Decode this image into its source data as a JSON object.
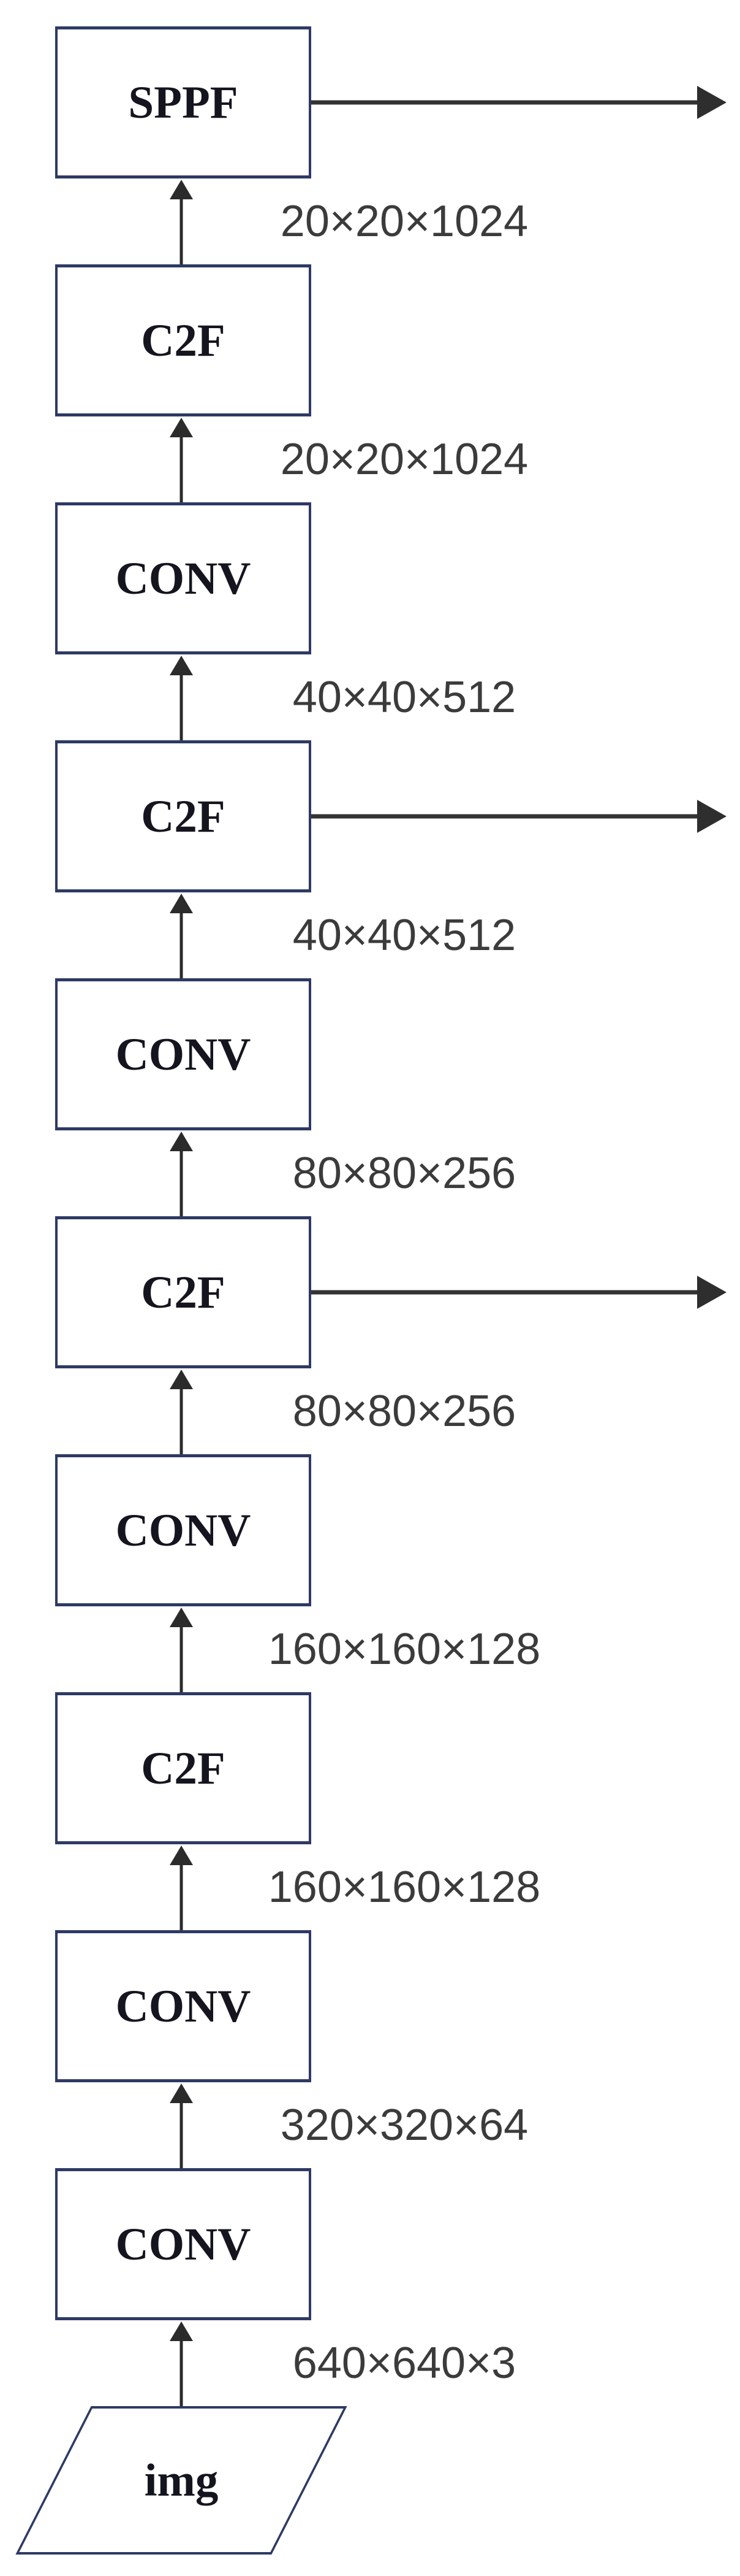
{
  "diagram": {
    "kind": "flowchart",
    "nodes": [
      {
        "id": "sppf",
        "label": "SPPF",
        "shape": "rect",
        "has_output_arrow": true
      },
      {
        "id": "c2f-20",
        "label": "C2F",
        "shape": "rect",
        "has_output_arrow": false
      },
      {
        "id": "conv-20",
        "label": "CONV",
        "shape": "rect",
        "has_output_arrow": false
      },
      {
        "id": "c2f-40",
        "label": "C2F",
        "shape": "rect",
        "has_output_arrow": true
      },
      {
        "id": "conv-40",
        "label": "CONV",
        "shape": "rect",
        "has_output_arrow": false
      },
      {
        "id": "c2f-80",
        "label": "C2F",
        "shape": "rect",
        "has_output_arrow": true
      },
      {
        "id": "conv-80",
        "label": "CONV",
        "shape": "rect",
        "has_output_arrow": false
      },
      {
        "id": "c2f-160",
        "label": "C2F",
        "shape": "rect",
        "has_output_arrow": false
      },
      {
        "id": "conv-160",
        "label": "CONV",
        "shape": "rect",
        "has_output_arrow": false
      },
      {
        "id": "conv-320",
        "label": "CONV",
        "shape": "rect",
        "has_output_arrow": false
      },
      {
        "id": "img",
        "label": "img",
        "shape": "parallelogram",
        "has_output_arrow": false
      }
    ],
    "edges": [
      {
        "from": "c2f-20",
        "to": "sppf",
        "label": "20×20×1024"
      },
      {
        "from": "conv-20",
        "to": "c2f-20",
        "label": "20×20×1024"
      },
      {
        "from": "c2f-40",
        "to": "conv-20",
        "label": "40×40×512"
      },
      {
        "from": "conv-40",
        "to": "c2f-40",
        "label": "40×40×512"
      },
      {
        "from": "c2f-80",
        "to": "conv-40",
        "label": "80×80×256"
      },
      {
        "from": "conv-80",
        "to": "c2f-80",
        "label": "80×80×256"
      },
      {
        "from": "c2f-160",
        "to": "conv-80",
        "label": "160×160×128"
      },
      {
        "from": "conv-160",
        "to": "c2f-160",
        "label": "160×160×128"
      },
      {
        "from": "conv-320",
        "to": "conv-160",
        "label": "320×320×64"
      },
      {
        "from": "img",
        "to": "conv-320",
        "label": "640×640×3"
      }
    ],
    "colors": {
      "background": "#ffffff",
      "box_border": "#2e3a64",
      "box_text": "#15151f",
      "edge_label_text": "#3b3b3b",
      "flow_arrow": "#2b2b2b",
      "output_arrow": "#333333"
    }
  }
}
